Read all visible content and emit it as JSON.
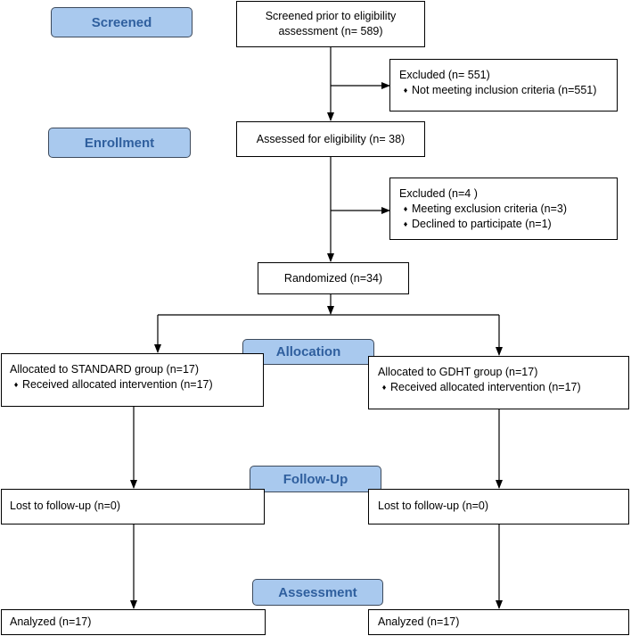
{
  "stages": {
    "screened": "Screened",
    "enrollment": "Enrollment",
    "allocation": "Allocation",
    "followup": "Follow-Up",
    "assessment": "Assessment"
  },
  "screened_box": {
    "line1": "Screened prior to eligibility",
    "line2": "assessment (n= 589)"
  },
  "excluded1": {
    "title": "Excluded  (n= 551)",
    "items": [
      "Not meeting inclusion criteria (n=551)"
    ]
  },
  "assessed_box": {
    "text": "Assessed for eligibility (n= 38)"
  },
  "excluded2": {
    "title": "Excluded (n=4 )",
    "items": [
      "Meeting exclusion criteria (n=3)",
      "Declined to participate (n=1)"
    ]
  },
  "randomized_box": {
    "text": "Randomized (n=34)"
  },
  "alloc_left": {
    "title": "Allocated to STANDARD group (n=17)",
    "items": [
      "Received allocated intervention (n=17)"
    ]
  },
  "alloc_right": {
    "title": "Allocated to GDHT group (n=17)",
    "items": [
      "Received allocated intervention (n=17)"
    ]
  },
  "followup_left": {
    "text": "Lost to follow-up (n=0)"
  },
  "followup_right": {
    "text": "Lost to follow-up (n=0)"
  },
  "analyzed_left": {
    "text": "Analyzed (n=17)"
  },
  "analyzed_right": {
    "text": "Analyzed (n=17)"
  },
  "bullet_glyph": "♦",
  "colors": {
    "stage_fill": "#a9c9ee",
    "stage_text": "#2f5f9e",
    "stage_border": "#3d4a5c"
  }
}
